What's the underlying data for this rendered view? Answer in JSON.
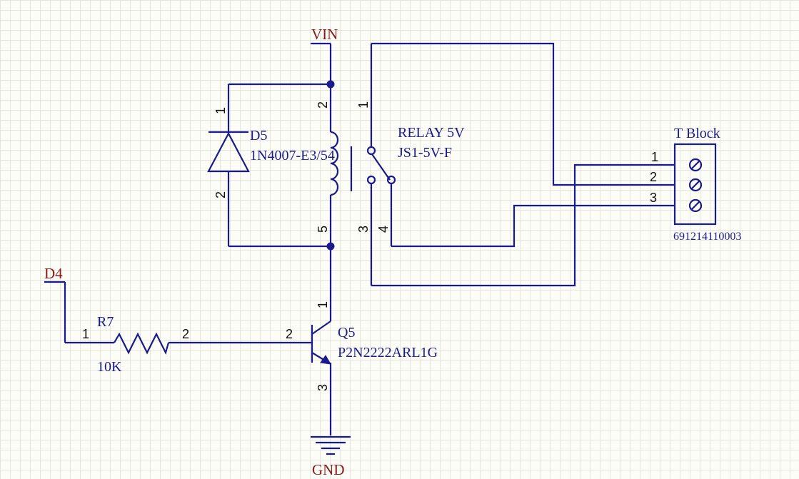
{
  "nets": {
    "vin": "VIN",
    "gnd": "GND",
    "d4": "D4"
  },
  "diode": {
    "designator": "D5",
    "value": "1N4007-E3/54",
    "pin1": "1",
    "pin2": "2"
  },
  "relay": {
    "name": "RELAY 5V",
    "part": "JS1-5V-F",
    "pin1": "1",
    "pin2": "2",
    "pin3": "3",
    "pin4": "4",
    "pin5": "5"
  },
  "terminal": {
    "title": "T Block",
    "part": "691214110003",
    "pin1": "1",
    "pin2": "2",
    "pin3": "3"
  },
  "resistor": {
    "designator": "R7",
    "value": "10K",
    "pin1": "1",
    "pin2": "2"
  },
  "transistor": {
    "designator": "Q5",
    "part": "P2N2222ARL1G",
    "pin1": "1",
    "pin2": "2",
    "pin3": "3"
  }
}
